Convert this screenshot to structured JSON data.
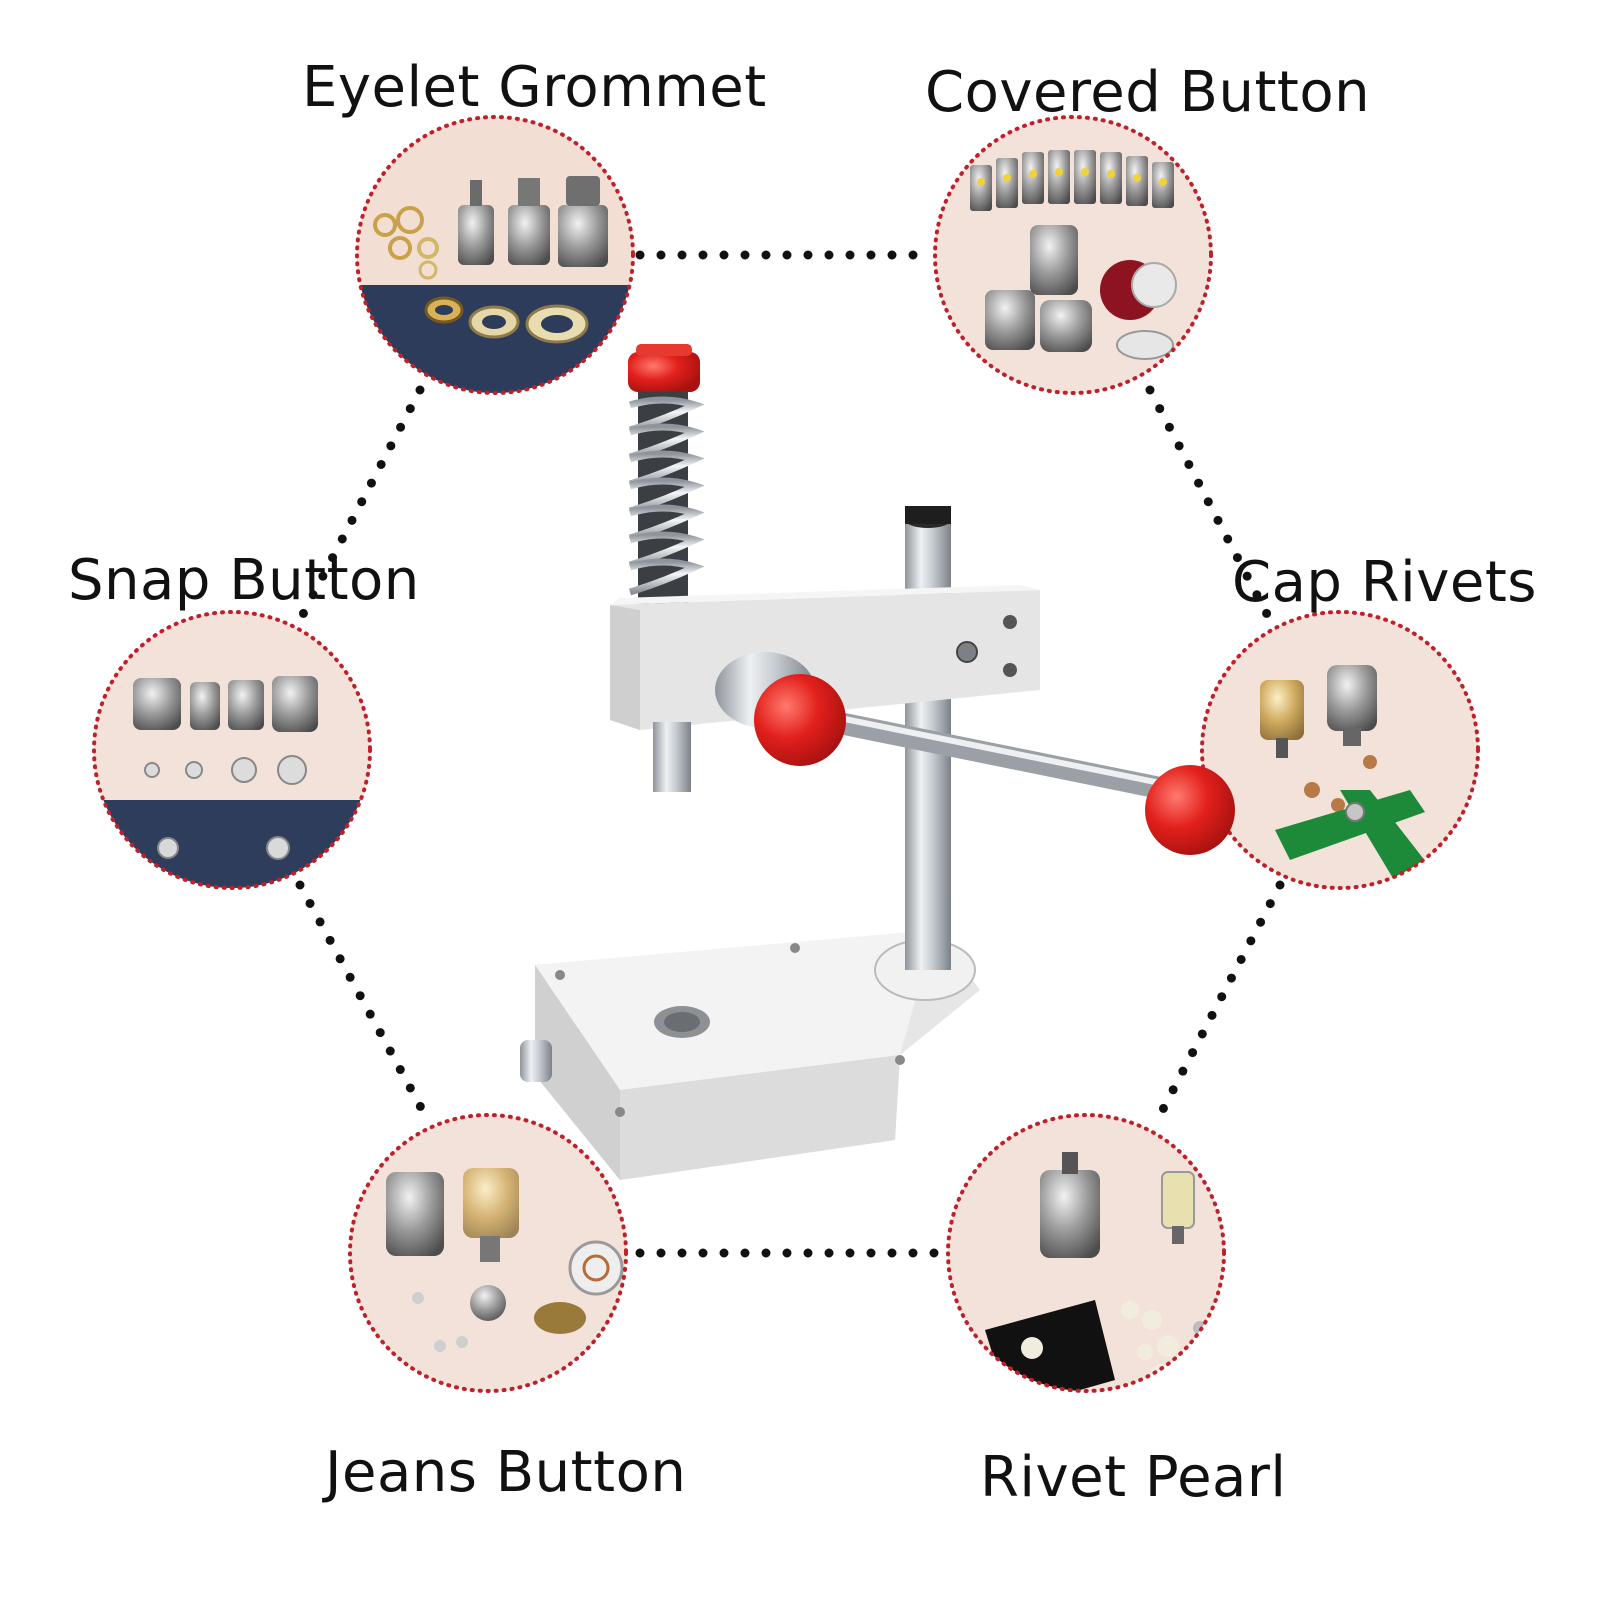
{
  "labels": {
    "eyelet_grommet": "Eyelet Grommet",
    "covered_button": "Covered Button",
    "snap_button": "Snap Button",
    "cap_rivets": "Cap Rivets",
    "jeans_button": "Jeans Button",
    "rivet_pearl": "Rivet Pearl"
  },
  "colors": {
    "ring_dots": "#c0202a",
    "connector_dots": "#111111",
    "circle_bg": "#f2ddd4",
    "press_body": "#e9e9e9",
    "knob_red": "#e2201c",
    "steel": "#b9bec4"
  },
  "icons": {
    "center": "hand-press-machine-icon"
  }
}
